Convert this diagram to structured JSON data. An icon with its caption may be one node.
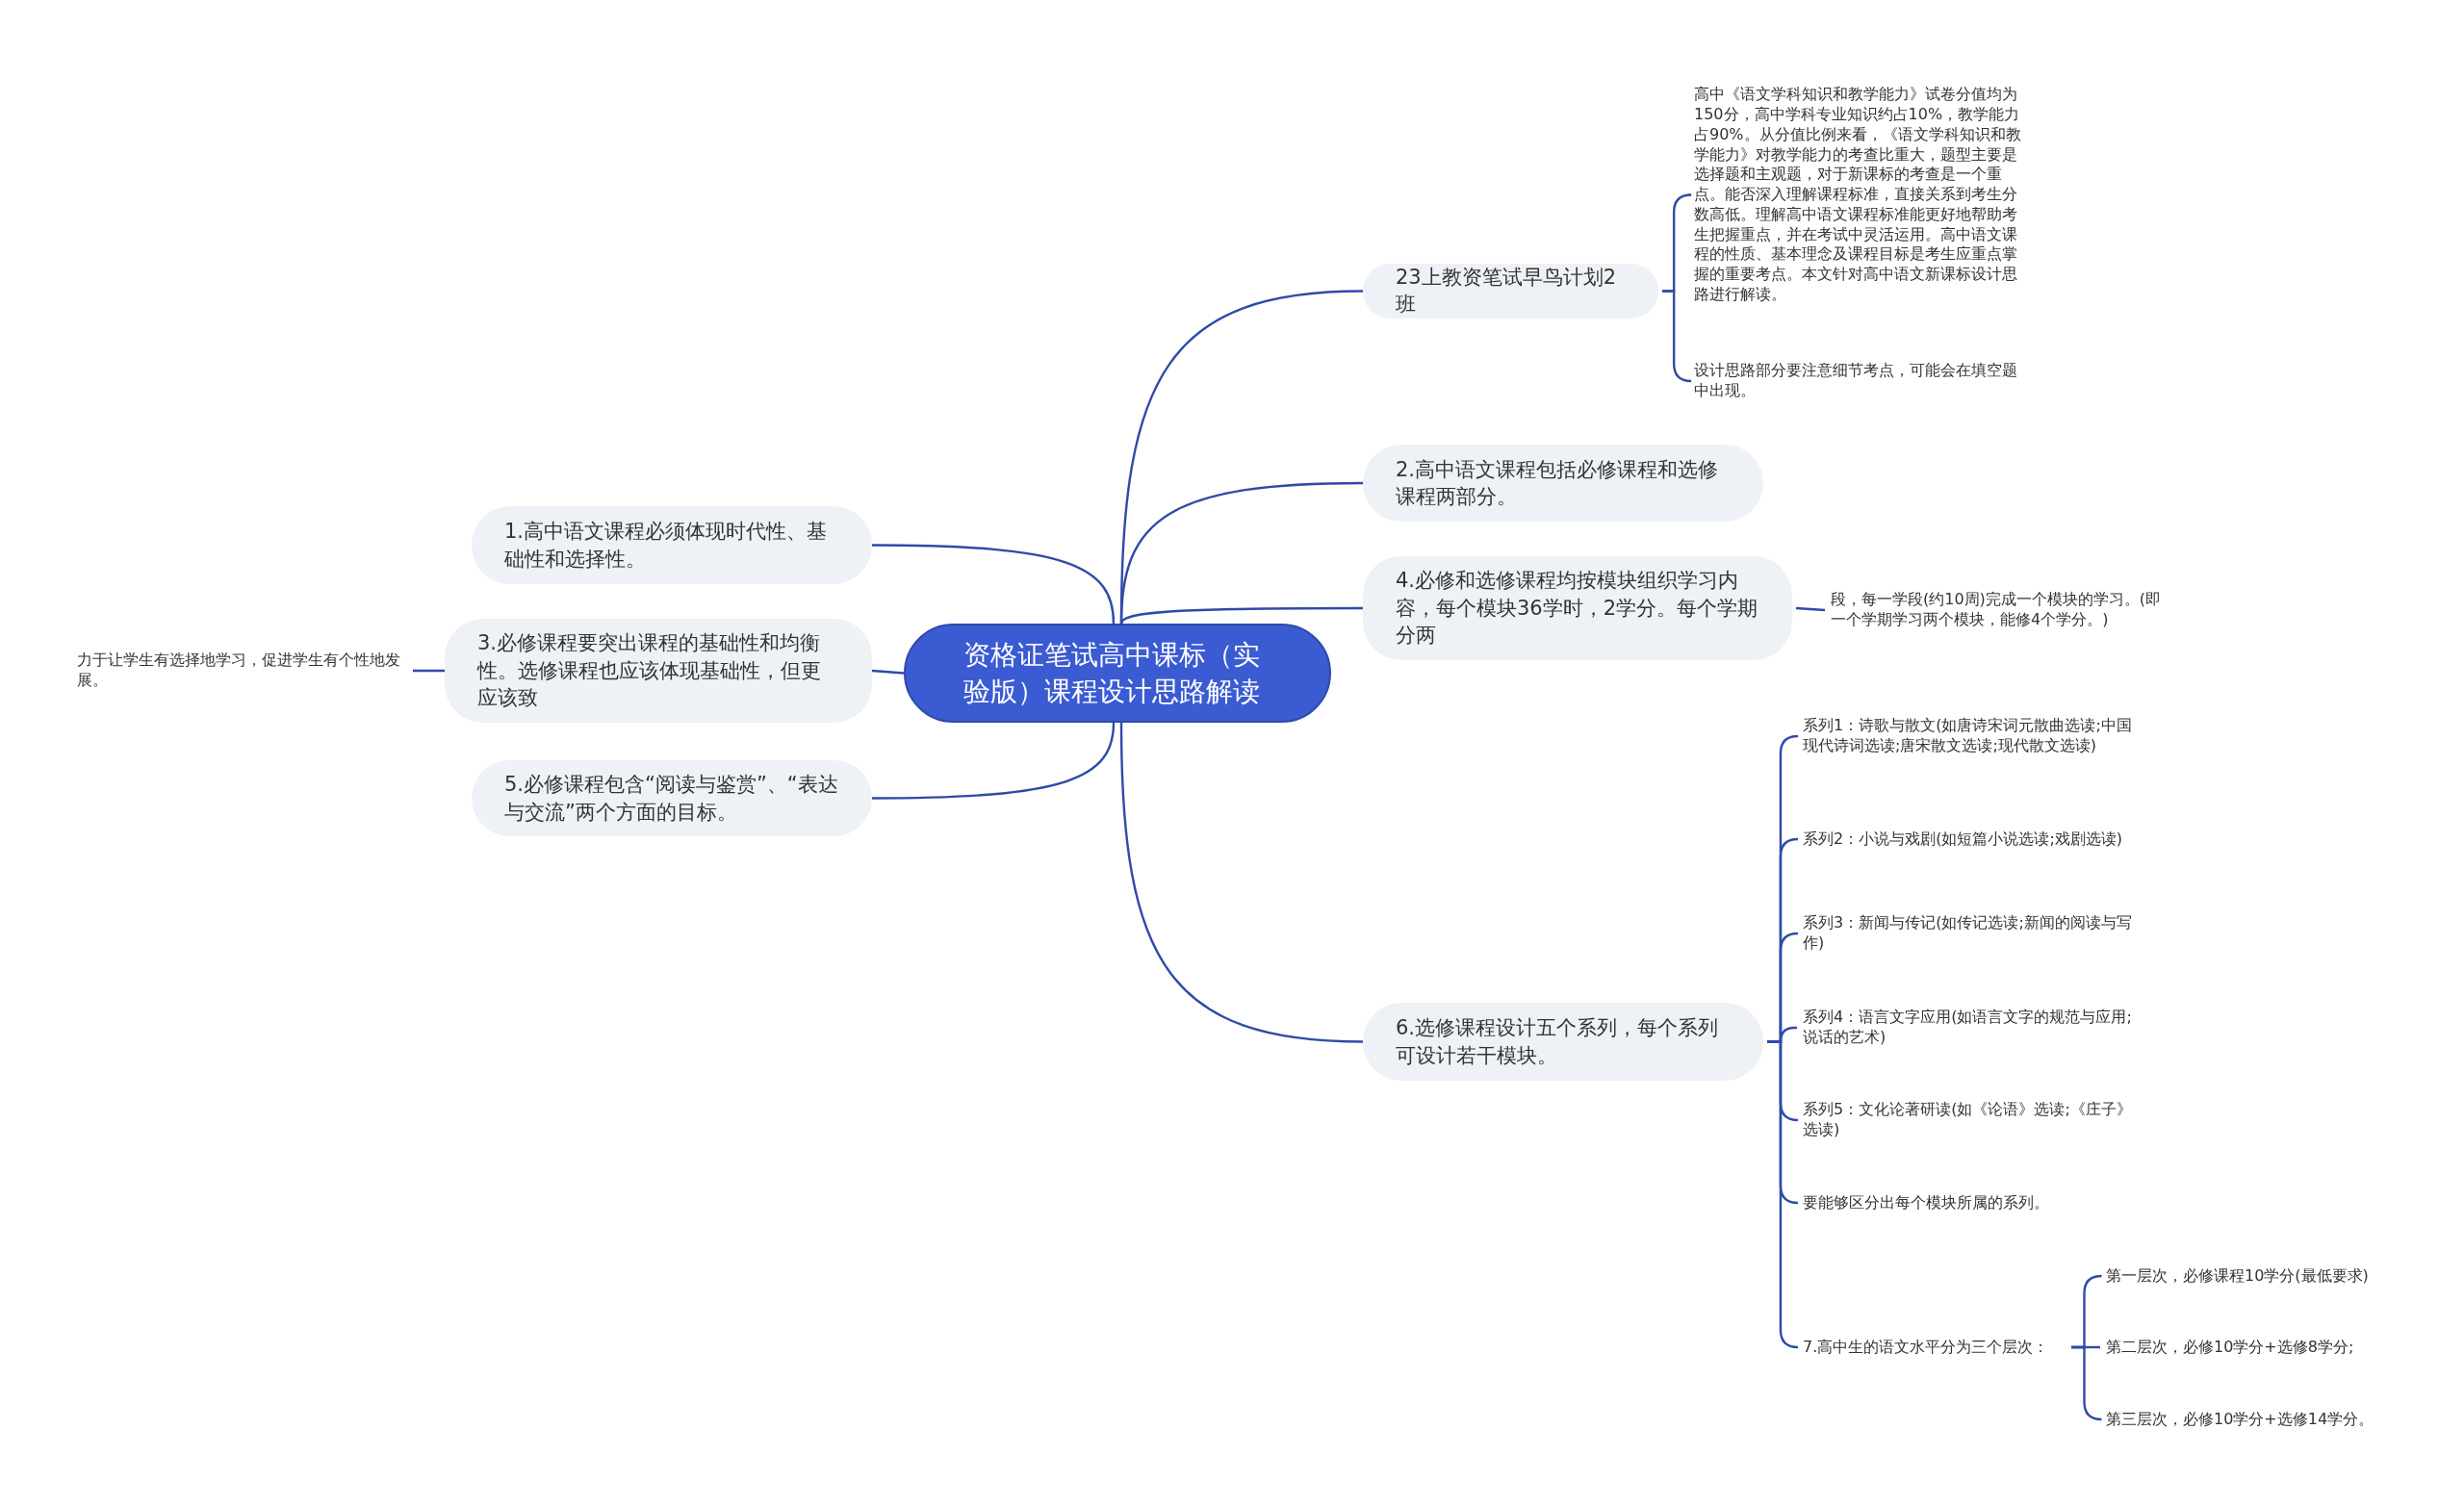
{
  "diagram": {
    "nodes": [
      {
        "text": [
          "资格证笔试高中课标（实验版）课程设计思路解读"
        ]
      },
      {
        "text": [
          "23上教资笔试早鸟计划2班"
        ]
      },
      {
        "text": [
          "高中《语文学科知识和教学能力》试卷分值均为150分，高中学科专业知识约占10%，教学能力占90%。从分值比例来看，《语文学科知识和教学能力》对教学能力的考查比重大，题型主要是选择题和主观题，对于新课标的考查是一个重点。能否深入理解课程标准，直接关系到考生分数高低。理解高中语文课程标准能更好地帮助考生把握重点，并在考试中灵活运用。高中语文课程的性质、基本理念及课程目标是考生应重点掌握的重要考点。本文针对高中语文新课标设计思路进行解读。"
        ]
      },
      {
        "text": [
          "设计思路部分要注意细节考点，可能会在填空题中出现。"
        ]
      },
      {
        "text": [
          "2.高中语文课程包括必修课程和选修课程两部分。"
        ]
      },
      {
        "text": [
          "4.必修和选修课程均按模块组织学习内容，每个模块36学时，2学分。每个学期分两"
        ]
      },
      {
        "text": [
          "段，每一学段(约10周)完成一个模块的学习。(即一个学期学习两个模块，能修4个学分。)"
        ]
      },
      {
        "text": [
          "1.高中语文课程必须体现时代性、基础性和选择性。"
        ]
      },
      {
        "text": [
          "3.必修课程要突出课程的基础性和均衡性。选修课程也应该体现基础性，但更应该致"
        ]
      },
      {
        "text": [
          "力于让学生有选择地学习，促进学生有个性地发展。"
        ]
      },
      {
        "text": [
          "5.必修课程包含“阅读与鉴赏”、“表达与交流”两个方面的目标。"
        ]
      },
      {
        "text": [
          "6.选修课程设计五个系列，每个系列可设计若干模块。"
        ]
      },
      {
        "text": [
          "系列1：诗歌与散文(如唐诗宋词元散曲选读;中国现代诗词选读;唐宋散文选读;现代散文选读)"
        ]
      },
      {
        "text": [
          "系列2：小说与戏剧(如短篇小说选读;戏剧选读)"
        ]
      },
      {
        "text": [
          "系列3：新闻与传记(如传记选读;新闻的阅读与写作)"
        ]
      },
      {
        "text": [
          "系列4：语言文字应用(如语言文字的规范与应用;说话的艺术)"
        ]
      },
      {
        "text": [
          "系列5：文化论著研读(如《论语》选读;《庄子》选读)"
        ]
      },
      {
        "text": [
          "要能够区分出每个模块所属的系列。"
        ]
      },
      {
        "text": [
          "7.高中生的语文水平分为三个层次："
        ]
      },
      {
        "text": [
          "第一层次，必修课程10学分(最低要求)"
        ]
      },
      {
        "text": [
          "第二层次，必修10学分+选修8学分;"
        ]
      },
      {
        "text": [
          "第三层次，必修10学分+选修14学分。"
        ]
      }
    ],
    "edges": [
      {
        "from": 0,
        "to": 1,
        "arrow": "none"
      },
      {
        "from": 1,
        "to": 2,
        "arrow": "none"
      },
      {
        "from": 1,
        "to": 3,
        "arrow": "none"
      },
      {
        "from": 0,
        "to": 4,
        "arrow": "none"
      },
      {
        "from": 0,
        "to": 5,
        "arrow": "none"
      },
      {
        "from": 5,
        "to": 6,
        "arrow": "none"
      },
      {
        "from": 0,
        "to": 7,
        "arrow": "none"
      },
      {
        "from": 0,
        "to": 8,
        "arrow": "none"
      },
      {
        "from": 8,
        "to": 9,
        "arrow": "none"
      },
      {
        "from": 0,
        "to": 10,
        "arrow": "none"
      },
      {
        "from": 0,
        "to": 11,
        "arrow": "none"
      },
      {
        "from": 11,
        "to": 12,
        "arrow": "none"
      },
      {
        "from": 11,
        "to": 13,
        "arrow": "none"
      },
      {
        "from": 11,
        "to": 14,
        "arrow": "none"
      },
      {
        "from": 11,
        "to": 15,
        "arrow": "none"
      },
      {
        "from": 11,
        "to": 16,
        "arrow": "none"
      },
      {
        "from": 11,
        "to": 17,
        "arrow": "none"
      },
      {
        "from": 11,
        "to": 18,
        "arrow": "none"
      },
      {
        "from": 18,
        "to": 19,
        "arrow": "none"
      },
      {
        "from": 18,
        "to": 20,
        "arrow": "none"
      },
      {
        "from": 18,
        "to": 21,
        "arrow": "none"
      }
    ]
  }
}
